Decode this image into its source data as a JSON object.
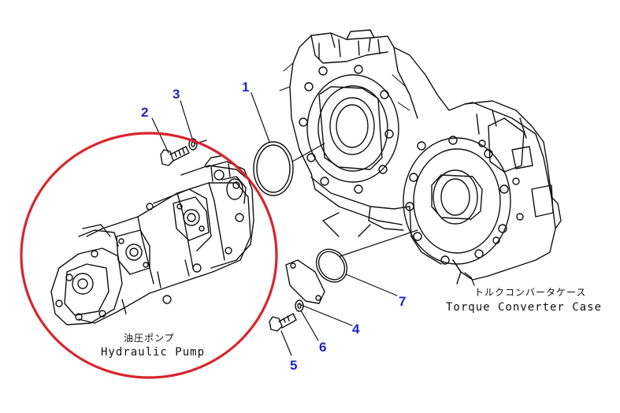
{
  "callouts": {
    "c1": "1",
    "c2": "2",
    "c3": "3",
    "c4": "4",
    "c5": "5",
    "c6": "6",
    "c7": "7"
  },
  "labels": {
    "pump_jp": "油圧ポンプ",
    "pump_en": "Hydraulic Pump",
    "case_jp": "トルクコンバータケース",
    "case_en": "Torque Converter Case"
  },
  "colors": {
    "callout": "#1f24c8",
    "highlight_circle": "#d9252b",
    "line": "#111111"
  }
}
